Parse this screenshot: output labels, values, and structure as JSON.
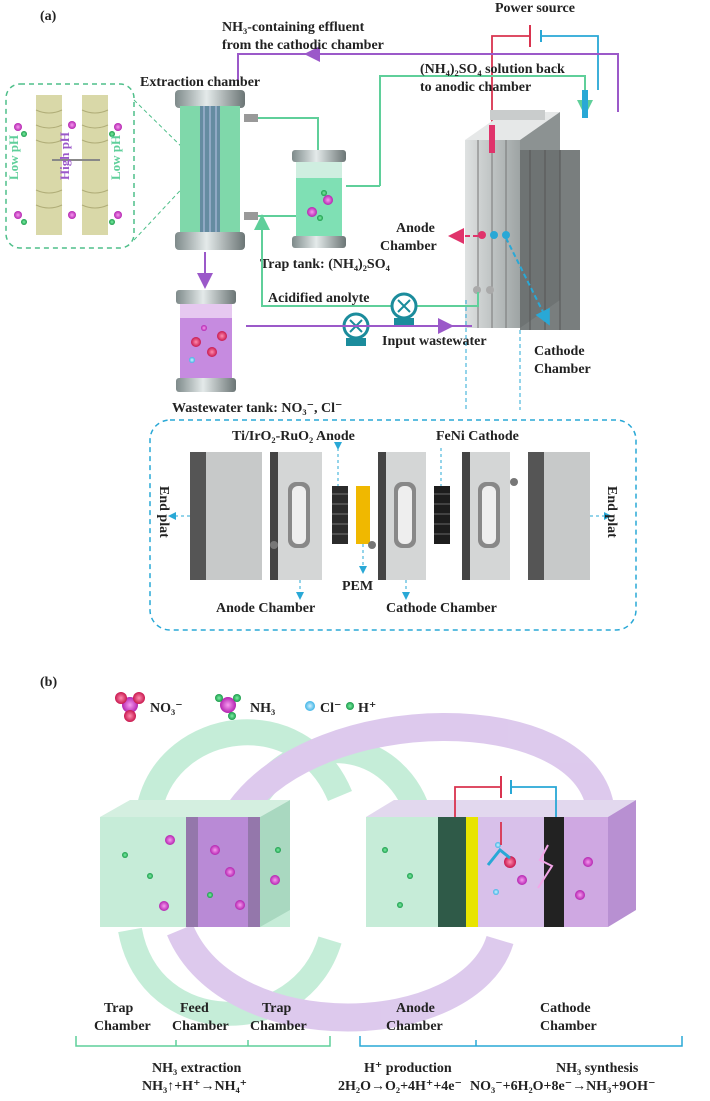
{
  "panel_a": {
    "tag": "(a)",
    "power_source": "Power source",
    "effluent_label_1": "NH₃-containing effluent",
    "effluent_label_2": "from the cathodic chamber",
    "extraction_chamber": "Extraction chamber",
    "so4_back_1": "(NH₄)₂SO₄ solution back",
    "so4_back_2": "to anodic chamber",
    "low_ph_left": "Low pH",
    "high_ph": "High pH",
    "low_ph_right": "Low pH",
    "anode_chamber_1": "Anode",
    "anode_chamber_2": "Chamber",
    "trap_tank": "Trap tank: (NH₄)₂SO₄",
    "acidified_anolyte": "Acidified anolyte",
    "input_wastewater": "Input wastewater",
    "cathode_chamber_1": "Cathode",
    "cathode_chamber_2": "Chamber",
    "wastewater_tank": "Wastewater tank: NO₃⁻, Cl⁻",
    "detail": {
      "anode_label": "Ti/IrO₂-RuO₂ Anode",
      "cathode_label": "FeNi Cathode",
      "end_plate_left": "End plat",
      "end_plate_right": "End plat",
      "pem": "PEM",
      "anode_chamber": "Anode Chamber",
      "cathode_chamber": "Cathode Chamber"
    }
  },
  "panel_b": {
    "tag": "(b)",
    "legend": {
      "no3": "NO₃⁻",
      "nh3": "NH₃",
      "cl": "Cl⁻",
      "h": "H⁺"
    },
    "bottom": {
      "trap_left_1": "Trap",
      "trap_left_2": "Chamber",
      "feed_1": "Feed",
      "feed_2": "Chamber",
      "trap_right_1": "Trap",
      "trap_right_2": "Chamber",
      "anode_1": "Anode",
      "anode_2": "Chamber",
      "cathode_1": "Cathode",
      "cathode_2": "Chamber",
      "nh3_extraction": "NH₃ extraction",
      "nh3_extraction_eq": "NH₃↑+H⁺→NH₄⁺",
      "h_production": "H⁺ production",
      "h_production_eq": "2H₂O→O₂+4H⁺+4e⁻",
      "nh3_synthesis": "NH₃ synthesis",
      "nh3_synthesis_eq": "NO₃⁻+6H₂O+8e⁻→NH₃+9OH⁻"
    }
  },
  "colors": {
    "green": "#5fcf9a",
    "purple": "#9b59c9",
    "cyan": "#29a8d6",
    "red": "#e0336b"
  }
}
